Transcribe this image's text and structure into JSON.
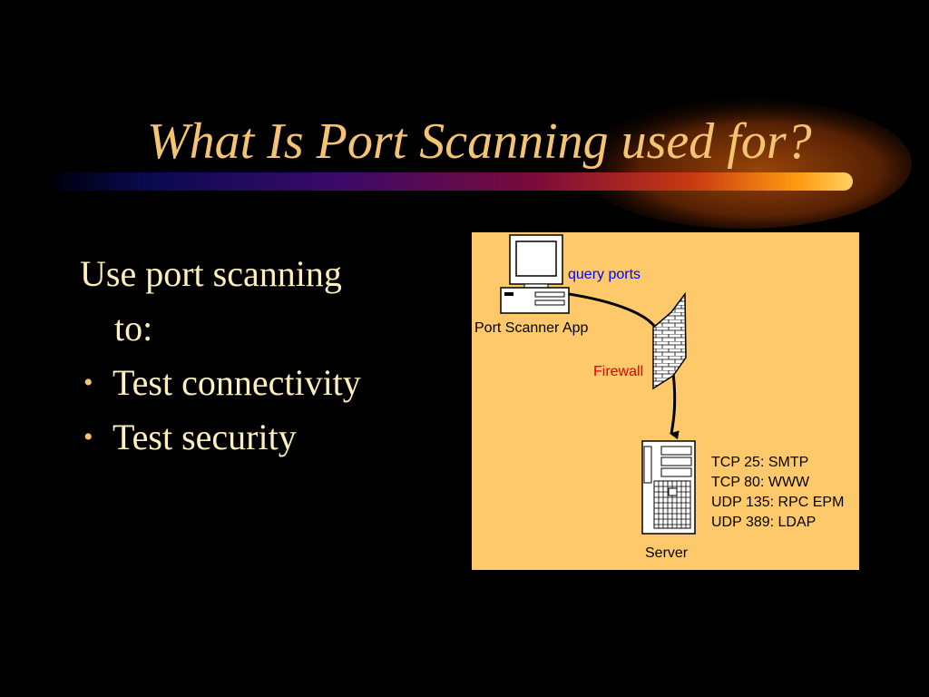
{
  "slide": {
    "title": "What Is Port Scanning used for?",
    "intro": "Use port scanning",
    "intro_cont": "to:",
    "bullets": [
      "Test connectivity",
      "Test security"
    ],
    "colors": {
      "background": "#000000",
      "title": "#F5C472",
      "body": "#FDF0BE",
      "diagram_bg": "#FEC96B"
    }
  },
  "diagram": {
    "query_label": "query ports",
    "scanner_label": "Port Scanner App",
    "firewall_label": "Firewall",
    "server_label": "Server",
    "ports": [
      "TCP 25: SMTP",
      "TCP 80: WWW",
      "UDP 135: RPC EPM",
      "UDP 389: LDAP"
    ],
    "icons": [
      "computer-icon",
      "firewall-icon",
      "server-icon"
    ]
  }
}
